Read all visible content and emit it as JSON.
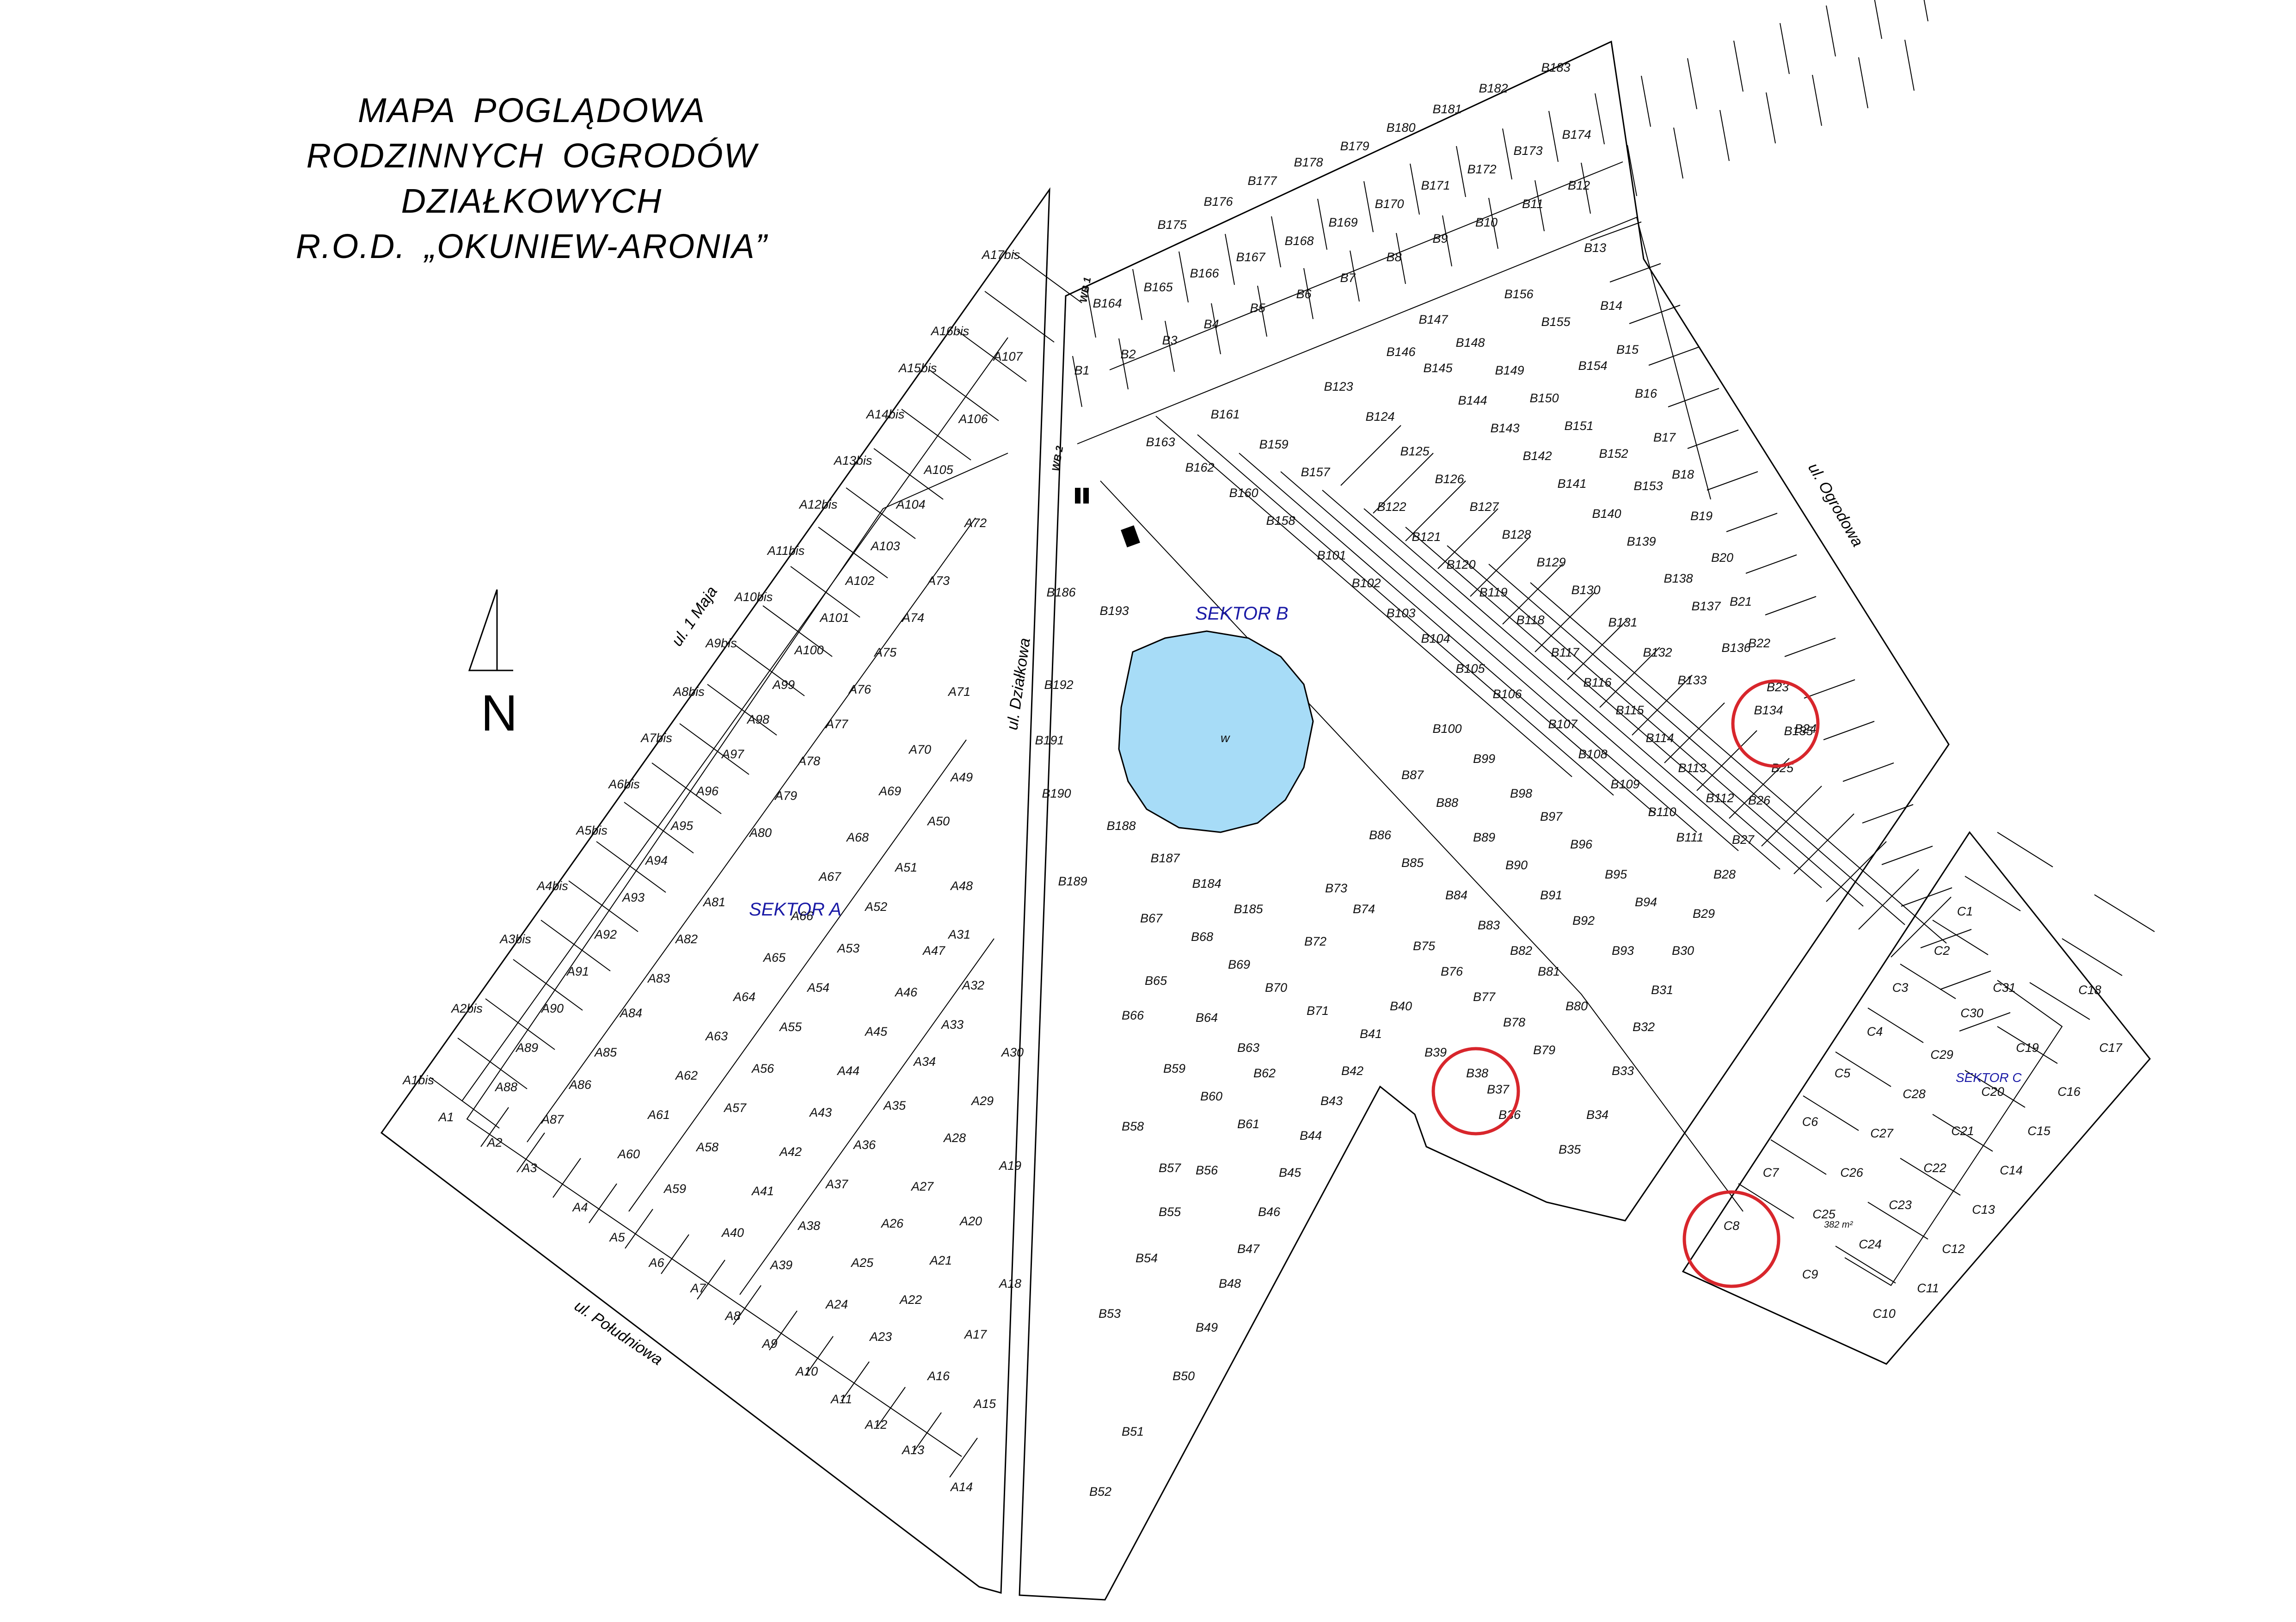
{
  "title": {
    "line1": "MAPA   POGLĄDOWA",
    "line2": "RODZINNYCH   OGRODÓW   DZIAŁKOWYCH",
    "line3": "R.O.D. „OKUNIEW-ARONIA”"
  },
  "streets": {
    "maja": "ul. 1 Maja",
    "dzialkowa": "ul. Działkowa",
    "poludniowa": "ul. Południowa",
    "ogrodowa": "ul. Ogrodowa"
  },
  "sectors": {
    "a": "SEKTOR A",
    "b": "SEKTOR  B",
    "c": "SEKTOR C"
  },
  "markers": {
    "wb1": "WB 1",
    "wb2": "WB 2",
    "pond": "w",
    "area_c25": "382 m²",
    "north": "N"
  },
  "colors": {
    "pond": "#a7dcf7",
    "sector_label": "#1a1aa6",
    "highlight": "#d8262c",
    "line": "#000000"
  },
  "highlighted_plots": [
    "B134",
    "B38",
    "C8"
  ],
  "plot_labels_a": [
    "A1",
    "A2",
    "A3",
    "A4",
    "A5",
    "A6",
    "A7",
    "A8",
    "A9",
    "A10",
    "A11",
    "A12",
    "A13",
    "A14",
    "A15",
    "A16",
    "A17",
    "A18",
    "A19",
    "A20",
    "A21",
    "A22",
    "A23",
    "A24",
    "A25",
    "A26",
    "A27",
    "A28",
    "A29",
    "A30",
    "A31",
    "A32",
    "A33",
    "A34",
    "A35",
    "A36",
    "A37",
    "A38",
    "A39",
    "A40",
    "A41",
    "A42",
    "A43",
    "A44",
    "A45",
    "A46",
    "A47",
    "A48",
    "A49",
    "A50",
    "A51",
    "A52",
    "A53",
    "A54",
    "A55",
    "A56",
    "A57",
    "A58",
    "A59",
    "A60",
    "A61",
    "A62",
    "A63",
    "A64",
    "A65",
    "A66",
    "A67",
    "A68",
    "A69",
    "A70",
    "A71",
    "A72",
    "A73",
    "A74",
    "A75",
    "A76",
    "A77",
    "A78",
    "A79",
    "A80",
    "A81",
    "A82",
    "A83",
    "A84",
    "A85",
    "A86",
    "A87",
    "A88",
    "A89",
    "A90",
    "A91",
    "A92",
    "A93",
    "A94",
    "A95",
    "A96",
    "A97",
    "A98",
    "A99",
    "A100",
    "A101",
    "A102",
    "A103",
    "A104",
    "A105",
    "A106",
    "A107",
    "A1bis",
    "A2bis",
    "A3bis",
    "A4bis",
    "A5bis",
    "A6bis",
    "A7bis",
    "A8bis",
    "A9bis",
    "A10bis",
    "A11bis",
    "A12bis",
    "A13bis",
    "A14bis",
    "A15bis",
    "A16bis",
    "A17bis"
  ],
  "plot_labels_b": [
    "B1",
    "B2",
    "B3",
    "B4",
    "B5",
    "B6",
    "B7",
    "B8",
    "B9",
    "B10",
    "B11",
    "B12",
    "B13",
    "B14",
    "B15",
    "B16",
    "B17",
    "B18",
    "B19",
    "B20",
    "B21",
    "B22",
    "B23",
    "B24",
    "B25",
    "B26",
    "B27",
    "B28",
    "B29",
    "B30",
    "B31",
    "B32",
    "B33",
    "B34",
    "B35",
    "B36",
    "B37",
    "B38",
    "B39",
    "B40",
    "B41",
    "B42",
    "B43",
    "B44",
    "B45",
    "B46",
    "B47",
    "B48",
    "B49",
    "B50",
    "B51",
    "B52",
    "B53",
    "B54",
    "B55",
    "B56",
    "B57",
    "B58",
    "B59",
    "B60",
    "B61",
    "B62",
    "B63",
    "B64",
    "B65",
    "B66",
    "B67",
    "B68",
    "B69",
    "B70",
    "B71",
    "B72",
    "B73",
    "B74",
    "B75",
    "B76",
    "B77",
    "B78",
    "B79",
    "B80",
    "B81",
    "B82",
    "B83",
    "B84",
    "B85",
    "B86",
    "B87",
    "B88",
    "B89",
    "B90",
    "B91",
    "B92",
    "B93",
    "B94",
    "B95",
    "B96",
    "B97",
    "B98",
    "B99",
    "B100",
    "B101",
    "B102",
    "B103",
    "B104",
    "B105",
    "B106",
    "B107",
    "B108",
    "B109",
    "B110",
    "B111",
    "B112",
    "B113",
    "B114",
    "B115",
    "B116",
    "B117",
    "B118",
    "B119",
    "B120",
    "B121",
    "B122",
    "B123",
    "B124",
    "B125",
    "B126",
    "B127",
    "B128",
    "B129",
    "B130",
    "B131",
    "B132",
    "B133",
    "B134",
    "B135",
    "B136",
    "B137",
    "B138",
    "B139",
    "B140",
    "B141",
    "B142",
    "B143",
    "B144",
    "B145",
    "B146",
    "B147",
    "B148",
    "B149",
    "B150",
    "B151",
    "B152",
    "B153",
    "B154",
    "B155",
    "B156",
    "B157",
    "B158",
    "B159",
    "B160",
    "B161",
    "B162",
    "B163",
    "B164",
    "B165",
    "B166",
    "B167",
    "B168",
    "B169",
    "B170",
    "B171",
    "B172",
    "B173",
    "B174",
    "B175",
    "B176",
    "B177",
    "B178",
    "B179",
    "B180",
    "B181",
    "B182",
    "B183",
    "B184",
    "B185",
    "B186",
    "B187",
    "B188",
    "B189",
    "B190",
    "B191",
    "B192",
    "B193"
  ],
  "plot_labels_c": [
    "C1",
    "C2",
    "C3",
    "C4",
    "C5",
    "C6",
    "C7",
    "C8",
    "C9",
    "C10",
    "C11",
    "C12",
    "C13",
    "C14",
    "C15",
    "C16",
    "C17",
    "C18",
    "C19",
    "C20",
    "C21",
    "C22",
    "C23",
    "C24",
    "C25",
    "C26",
    "C27",
    "C28",
    "C29",
    "C30",
    "C31"
  ]
}
